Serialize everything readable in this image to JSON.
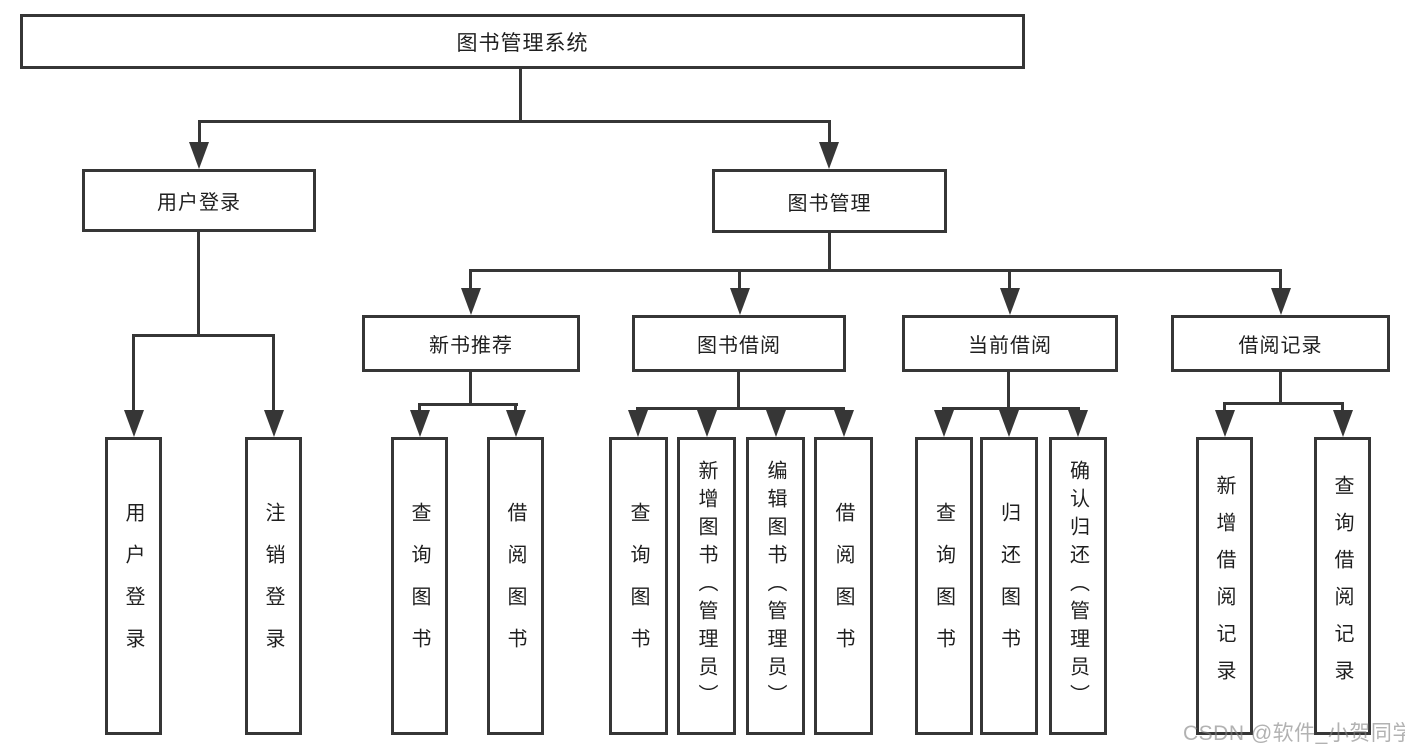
{
  "watermark": "CSDN @软件_小贺同学",
  "colors": {
    "line": "#363636",
    "text": "#1f1f1f",
    "background": "#ffffff",
    "watermark_gray": "#828282"
  },
  "tree": {
    "root": {
      "label": "图书管理系统"
    },
    "branches": [
      {
        "label": "用户登录",
        "children": [
          {
            "label": "用户登录"
          },
          {
            "label": "注销登录"
          }
        ]
      },
      {
        "label": "图书管理",
        "children": [
          {
            "label": "新书推荐",
            "children": [
              {
                "label": "查询图书"
              },
              {
                "label": "借阅图书"
              }
            ]
          },
          {
            "label": "图书借阅",
            "children": [
              {
                "label": "查询图书"
              },
              {
                "label": "新增图书（管理员）"
              },
              {
                "label": "编辑图书（管理员）"
              },
              {
                "label": "借阅图书"
              }
            ]
          },
          {
            "label": "当前借阅",
            "children": [
              {
                "label": "查询图书"
              },
              {
                "label": "归还图书"
              },
              {
                "label": "确认归还（管理员）"
              }
            ]
          },
          {
            "label": "借阅记录",
            "children": [
              {
                "label": "新增借阅记录"
              },
              {
                "label": "查询借阅记录"
              }
            ]
          }
        ]
      }
    ]
  }
}
